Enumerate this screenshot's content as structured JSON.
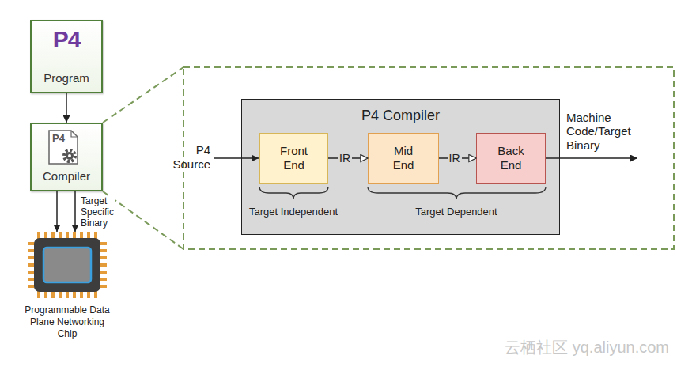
{
  "diagram": {
    "nodes": [
      {
        "text": [
          "P4",
          "Program"
        ]
      },
      {
        "text": [
          "P4",
          "Compiler"
        ]
      },
      {
        "text": [
          "Programmable Data Plane Networking Chip"
        ]
      },
      {
        "text": [
          "P4 Compiler"
        ]
      },
      {
        "text": [
          "Front End"
        ],
        "in": 3
      },
      {
        "text": [
          "Mid End"
        ],
        "in": 3
      },
      {
        "text": [
          "Back End"
        ],
        "in": 3
      }
    ],
    "edges": [
      {
        "from": 0,
        "to": 1,
        "arrow": "to"
      },
      {
        "from": 1,
        "to": 2,
        "arrow": "to"
      },
      {
        "from": 1,
        "to": 2,
        "label": "Target Specific Binary",
        "arrow": "to"
      },
      {
        "from": 4,
        "to": 5,
        "label": "IR",
        "arrow": "to"
      },
      {
        "from": 5,
        "to": 6,
        "label": "IR",
        "arrow": "to"
      }
    ],
    "labels": [
      "P4 Source",
      "Machine Code/Target Binary",
      "Target Independent",
      "Target Dependent",
      "云栖社区 yq.aliyun.com"
    ]
  }
}
